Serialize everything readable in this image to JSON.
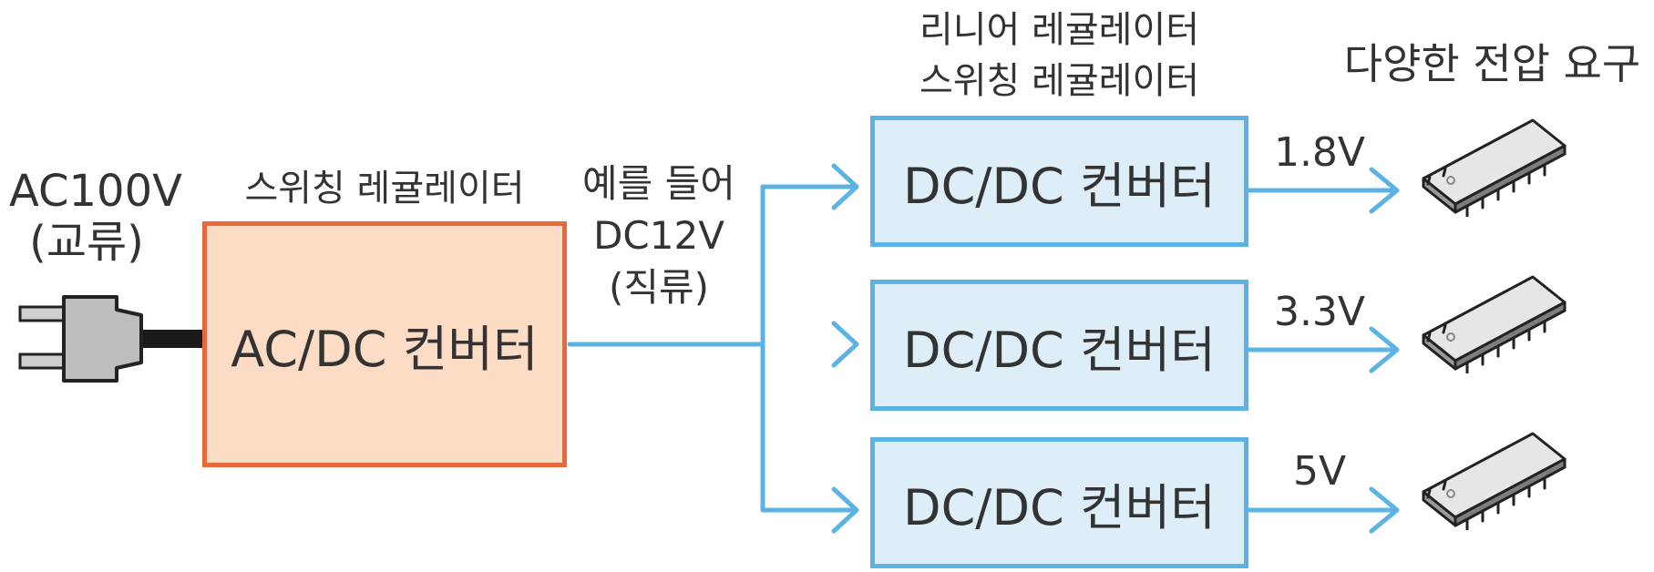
{
  "input": {
    "voltage": "AC100V",
    "type": "(교류)"
  },
  "acdc": {
    "label": "AC/DC 컨버터",
    "caption": "스위칭 레귤레이터"
  },
  "bus": {
    "line1": "예를 들어",
    "line2": "DC12V",
    "line3": "(직류)"
  },
  "dcdc": {
    "caption_line1": "리니어 레귤레이터",
    "caption_line2": "스위칭 레귤레이터",
    "converters": [
      {
        "label": "DC/DC 컨버터",
        "output": "1.8V"
      },
      {
        "label": "DC/DC 컨버터",
        "output": "3.3V"
      },
      {
        "label": "DC/DC 컨버터",
        "output": "5V"
      }
    ]
  },
  "loads": {
    "caption": "다양한 전압 요구"
  },
  "colors": {
    "arrow": "#5bb3e4",
    "acdc_fill": "#fcdcc5",
    "acdc_border": "#e9683b",
    "dcdc_fill": "#ddeef9",
    "dcdc_border": "#5bb3e4",
    "text": "#333333"
  }
}
